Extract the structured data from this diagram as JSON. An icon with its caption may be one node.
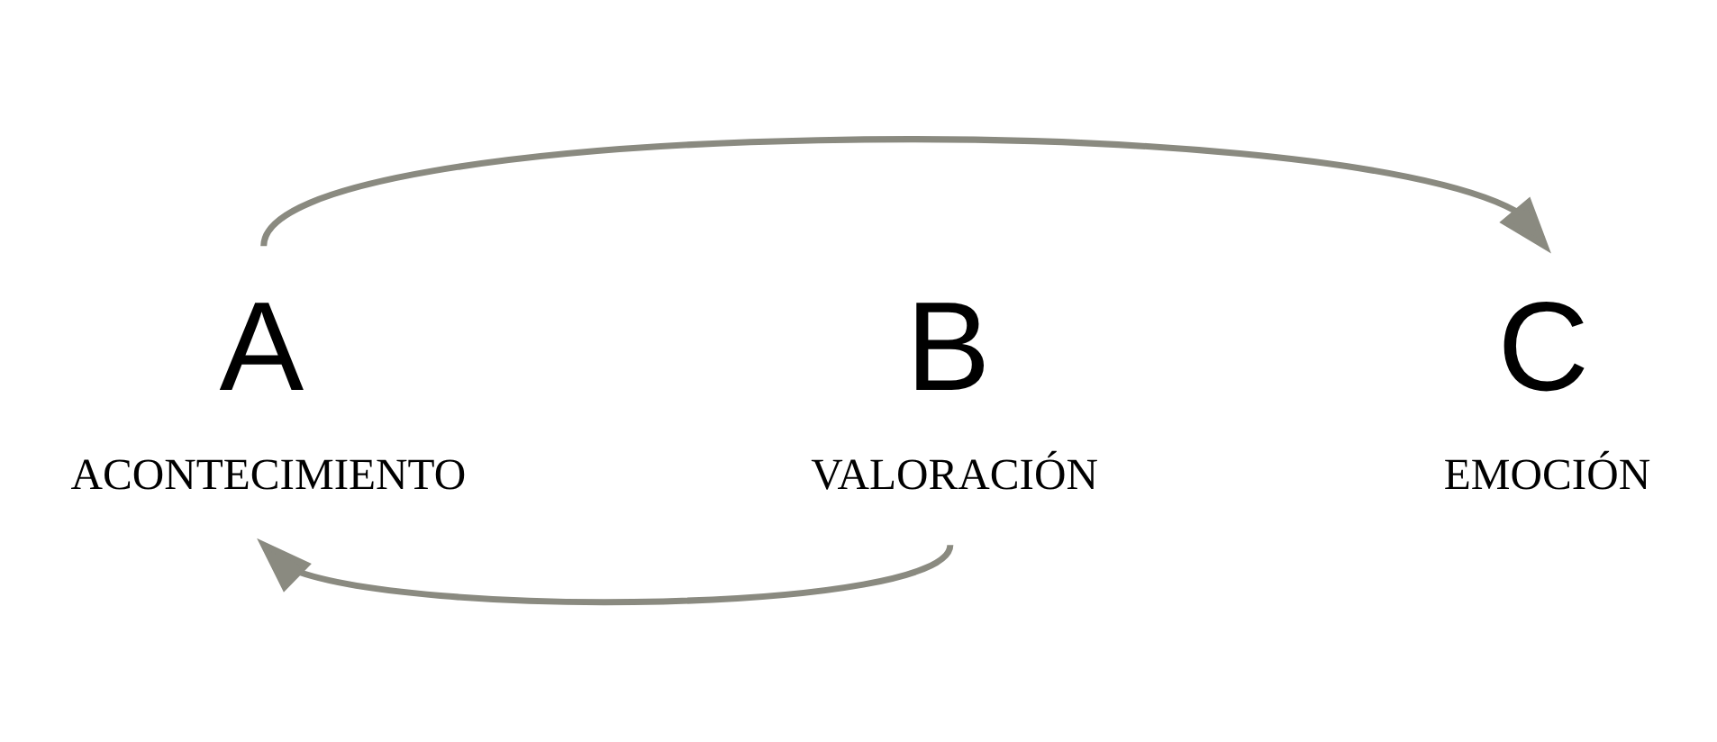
{
  "diagram": {
    "nodes": [
      {
        "text": [
          "A",
          "ACONTECIMIENTO"
        ]
      },
      {
        "text": [
          "B",
          "VALORACIÓN"
        ]
      },
      {
        "text": [
          "C",
          "EMOCIÓN"
        ]
      }
    ],
    "edges": [
      {
        "from": 0,
        "to": 2,
        "arrow": "to"
      },
      {
        "from": 1,
        "to": 0,
        "arrow": "to"
      }
    ]
  }
}
